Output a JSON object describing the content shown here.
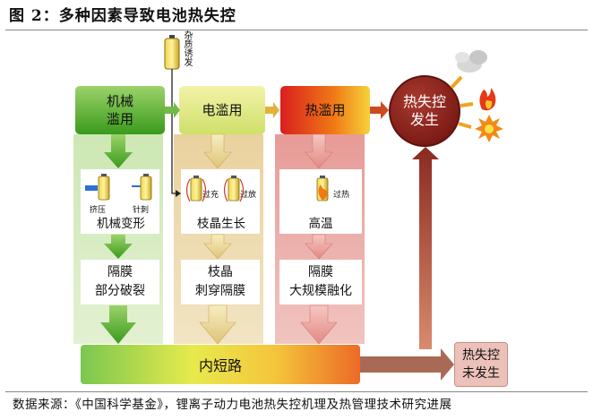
{
  "figure_title": "图 2：多种因素导致电池热失控",
  "source_note": "数据来源：《中国科学基金》，锂离子动力电池热失控机理及热管理技术研究进展",
  "impurity_label": "杂质诱发",
  "stages": {
    "mechanical": "机械\n滥用",
    "electrical": "电滥用",
    "thermal": "热滥用",
    "runaway": "热失控\n发生",
    "no_runaway": "热失控\n未发生"
  },
  "column_mechanical": {
    "icon_labels": [
      "挤压",
      "针刺"
    ],
    "effect": "机械变形",
    "result": "隔膜\n部分破裂"
  },
  "column_electrical": {
    "icon_labels": [
      "过充",
      "过放"
    ],
    "effect": "枝晶生长",
    "result": "枝晶\n刺穿隔膜"
  },
  "column_thermal": {
    "icon_labels": [
      "过热"
    ],
    "effect": "高温",
    "result": "隔膜\n大规模融化"
  },
  "short_circuit": "内短路"
}
